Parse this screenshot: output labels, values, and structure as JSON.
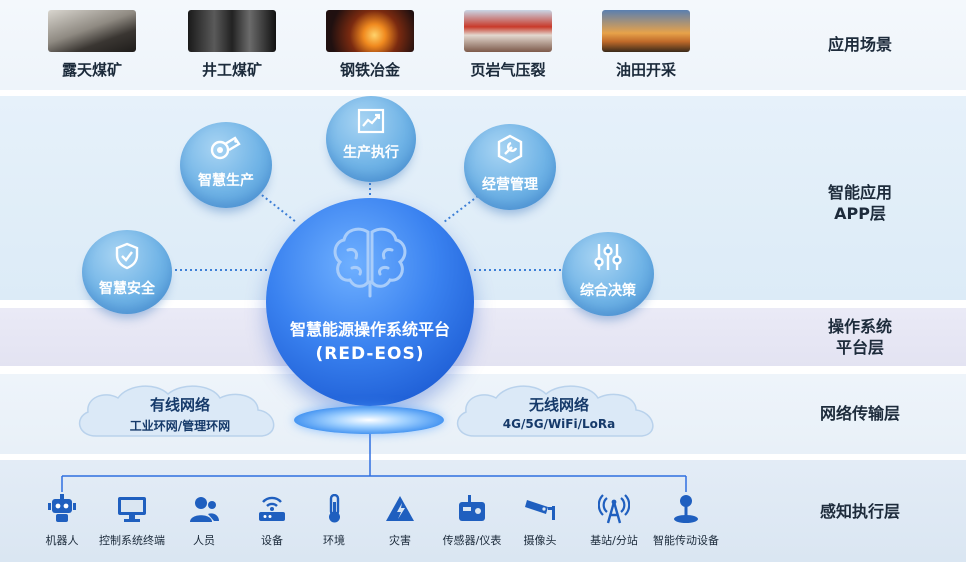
{
  "scenes": [
    {
      "label": "露天煤矿"
    },
    {
      "label": "井工煤矿"
    },
    {
      "label": "钢铁冶金"
    },
    {
      "label": "页岩气压裂"
    },
    {
      "label": "油田开采"
    }
  ],
  "layers": {
    "scene": "应用场景",
    "app": "智能应用\nAPP层",
    "os": "操作系统\n平台层",
    "net": "网络传输层",
    "sense": "感知执行层"
  },
  "apps": {
    "safety": "智慧安全",
    "production": "智慧生产",
    "execution": "生产执行",
    "operation": "经营管理",
    "decision": "综合决策"
  },
  "platform": {
    "title": "智慧能源操作系统平台",
    "subtitle": "(RED-EOS)"
  },
  "network": {
    "wired_title": "有线网络",
    "wired_sub": "工业环网/管理环网",
    "wireless_title": "无线网络",
    "wireless_sub": "4G/5G/WiFi/LoRa"
  },
  "sensing": [
    {
      "label": "机器人",
      "icon": "robot-icon"
    },
    {
      "label": "控制系统终端",
      "icon": "monitor-icon"
    },
    {
      "label": "人员",
      "icon": "person-icon"
    },
    {
      "label": "设备",
      "icon": "router-icon"
    },
    {
      "label": "环境",
      "icon": "thermometer-icon"
    },
    {
      "label": "灾害",
      "icon": "hazard-icon"
    },
    {
      "label": "传感器/仪表",
      "icon": "sensor-icon"
    },
    {
      "label": "摄像头",
      "icon": "camera-icon"
    },
    {
      "label": "基站/分站",
      "icon": "antenna-icon"
    },
    {
      "label": "智能传动设备",
      "icon": "joystick-icon"
    }
  ],
  "colors": {
    "accent": "#2f6fe0",
    "bubble": "#6fb3e6",
    "icon_blue": "#1f5fbf"
  }
}
